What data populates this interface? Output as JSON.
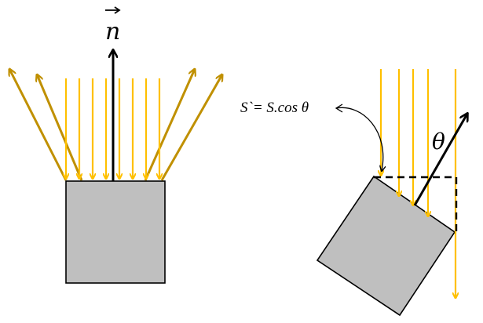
{
  "labels": {
    "normal_vector": "n",
    "projected_area_equation": "S`= S.cos θ",
    "angle": "θ"
  },
  "colors": {
    "incident_ray": "#ffc000",
    "reflected_ray": "#c09000",
    "surface_fill": "#bfbfbf",
    "outline": "#000000",
    "normal_arrow": "#000000"
  },
  "icons": {
    "vector_arrow": "vector-arrow-icon"
  }
}
